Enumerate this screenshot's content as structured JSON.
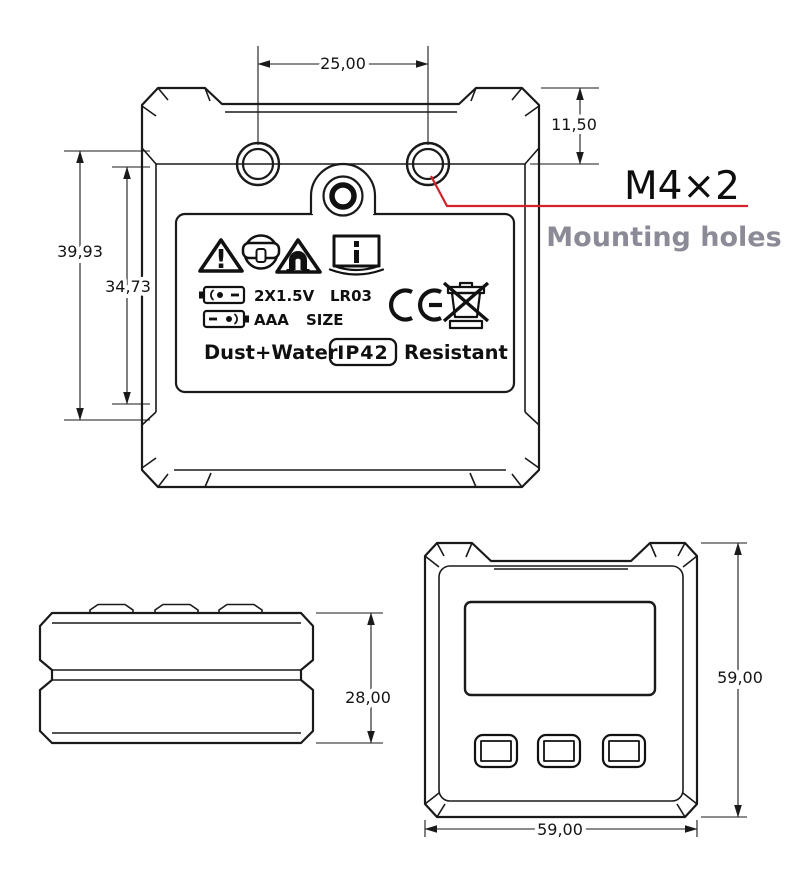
{
  "colors": {
    "line": "#1a1a1a",
    "accent_red": "#d2232a",
    "muted_text": "#8b8b97",
    "background": "#ffffff"
  },
  "back_view": {
    "dims": {
      "hole_spacing": "25,00",
      "top_edge_to_holes": "11,50",
      "outer_height": "39,93",
      "inner_height": "34,73"
    },
    "callout": {
      "thread_spec": "M4×2",
      "note": "Mounting holes"
    },
    "label_panel": {
      "warning_mark": "!",
      "battery_line1": {
        "qty_voltage": "2X1.5V",
        "cell_type": "LR03"
      },
      "battery_line2": {
        "cell_size": "AAA",
        "word": "SIZE"
      },
      "rating": {
        "prefix": "Dust+Water",
        "code": "IP42",
        "suffix": "Resistant"
      },
      "icon_names": [
        "general-warning-icon",
        "wear-eye-protection-icon",
        "magnetic-field-warning-icon",
        "read-manual-icon",
        "battery-orientation-icon",
        "battery-orientation-reversed-icon",
        "ce-mark-icon",
        "weee-crossed-out-bin-icon"
      ]
    }
  },
  "side_view": {
    "dims": {
      "thickness": "28,00"
    }
  },
  "front_view": {
    "dims": {
      "height": "59,00",
      "width": "59,00"
    }
  }
}
